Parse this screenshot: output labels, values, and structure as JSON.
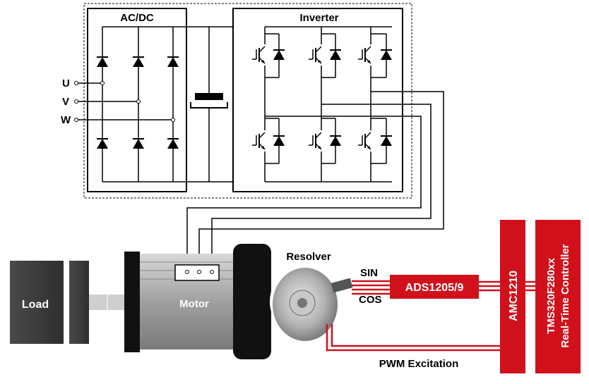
{
  "blocks": {
    "acdc": "AC/DC",
    "inverter": "Inverter",
    "load": "Load",
    "motor": "Motor",
    "resolver": "Resolver",
    "ads": "ADS1205/9",
    "amc": "AMC1210",
    "controller_line1": "TMS320F280xx",
    "controller_line2": "Real-Time Controller"
  },
  "phases": [
    "U",
    "V",
    "W"
  ],
  "signals": {
    "sin": "SIN",
    "cos": "COS",
    "pwm": "PWM Excitation"
  },
  "colors": {
    "accent_red": "#d0111b",
    "wire": "#000000",
    "block_dark": "#3a3a3a",
    "motor_gray": "#a8a8a8"
  }
}
